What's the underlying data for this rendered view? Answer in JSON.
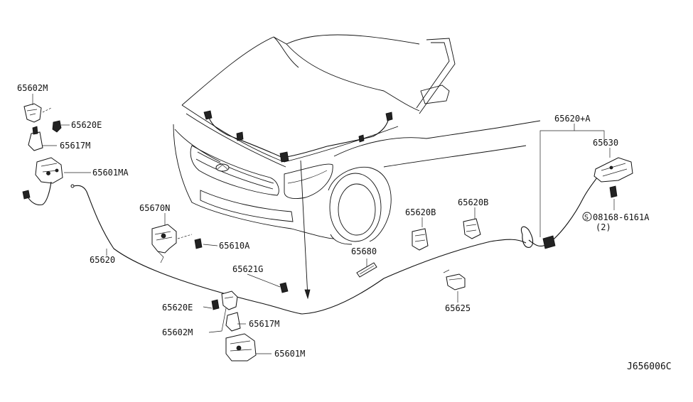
{
  "diagram": {
    "code": "J656006C",
    "labels": {
      "p65602M_top": "65602M",
      "p65620E_top": "65620E",
      "p65617M_top": "65617M",
      "p65601MA": "65601MA",
      "p65620_cable": "65620",
      "p65670N": "65670N",
      "p65610A": "65610A",
      "p65621G": "65621G",
      "p65620E_bot": "65620E",
      "p65602M_bot": "65602M",
      "p65617M_bot": "65617M",
      "p65601M": "65601M",
      "p65680": "65680",
      "p65620B_left": "65620B",
      "p65620B_right": "65620B",
      "p65625": "65625",
      "p65620A": "65620+A",
      "p65630": "65630",
      "bolt_ref": "08168-6161A",
      "bolt_qty": "(2)",
      "bolt_symbol": "S"
    }
  }
}
